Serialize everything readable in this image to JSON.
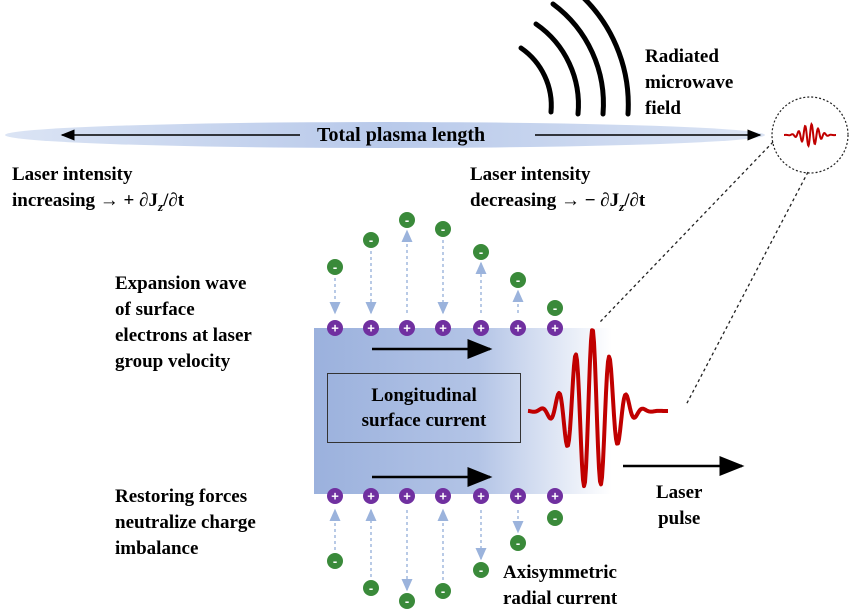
{
  "labels": {
    "radiated": [
      "Radiated",
      "microwave",
      "field"
    ],
    "plasma_length": "Total plasma length",
    "laser_increasing": [
      "Laser intensity",
      "increasing → + ∂J",
      "z",
      "/∂t"
    ],
    "laser_decreasing": [
      "Laser intensity",
      "decreasing → − ∂J",
      "z",
      "/∂t"
    ],
    "expansion": [
      "Expansion wave",
      "of surface",
      "electrons at laser",
      "group velocity"
    ],
    "longitudinal": [
      "Longitudinal",
      "surface current"
    ],
    "restoring": [
      "Restoring forces",
      "neutralize charge",
      "imbalance"
    ],
    "laser_pulse": [
      "Laser",
      "pulse"
    ],
    "axisymmetric": [
      "Axisymmetric",
      "radial current"
    ]
  },
  "symbols": {
    "plus": "+",
    "minus": "-"
  },
  "colors": {
    "plasma_dark": "#8fa8d8",
    "plasma_light": "#dfe6f5",
    "positive": "#7030a0",
    "negative": "#3a8a3a",
    "pulse": "#c00000",
    "dashed_arrow": "#9bb3dc"
  }
}
